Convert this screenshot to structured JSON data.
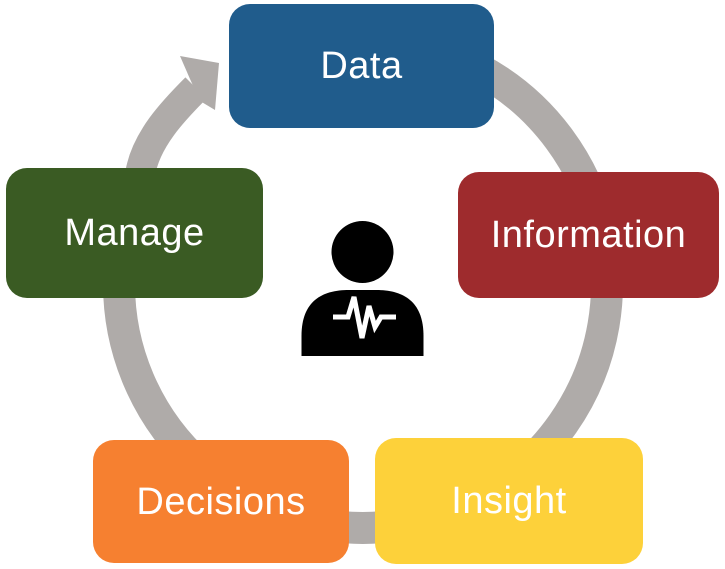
{
  "diagram": {
    "type": "cycle",
    "flow_direction": "clockwise",
    "ring_color": "#AFABA9",
    "background_color": "#FFFFFF",
    "center_icon": {
      "name": "person-pulse-icon",
      "color": "#000000",
      "pulse_color": "#FFFFFF"
    },
    "nodes": [
      {
        "label": "Data",
        "position": "top",
        "color": "#205C8C",
        "text_color": "#FFFFFF"
      },
      {
        "label": "Information",
        "position": "right",
        "color": "#9E2B2D",
        "text_color": "#FFFFFF"
      },
      {
        "label": "Insight",
        "position": "bottom-right",
        "color": "#FDD13A",
        "text_color": "#FFFFFF"
      },
      {
        "label": "Decisions",
        "position": "bottom-left",
        "color": "#F68030",
        "text_color": "#FFFFFF"
      },
      {
        "label": "Manage",
        "position": "left",
        "color": "#3A5B23",
        "text_color": "#FFFFFF"
      }
    ]
  }
}
